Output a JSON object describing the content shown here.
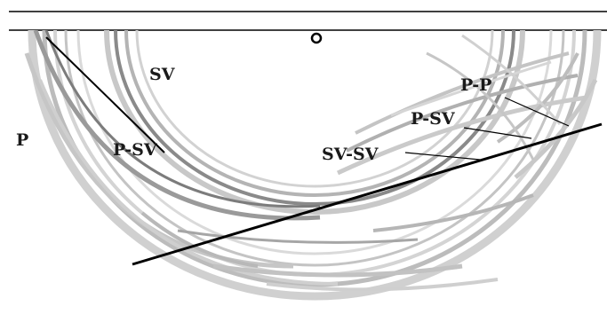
{
  "figure": {
    "labels": {
      "p": "P",
      "sv": "SV",
      "p_sv_left": "P-SV",
      "sv_sv": "SV-SV",
      "p_sv_right": "P-SV",
      "p_p": "P-P"
    },
    "colors": {
      "background": "#ffffff",
      "wavefront_light": "#c8c8c8",
      "wavefront_mid": "#a8a8a8",
      "wavefront_dark": "#707070",
      "line": "#000000"
    },
    "icons": {
      "source": "source-circle-icon"
    }
  }
}
